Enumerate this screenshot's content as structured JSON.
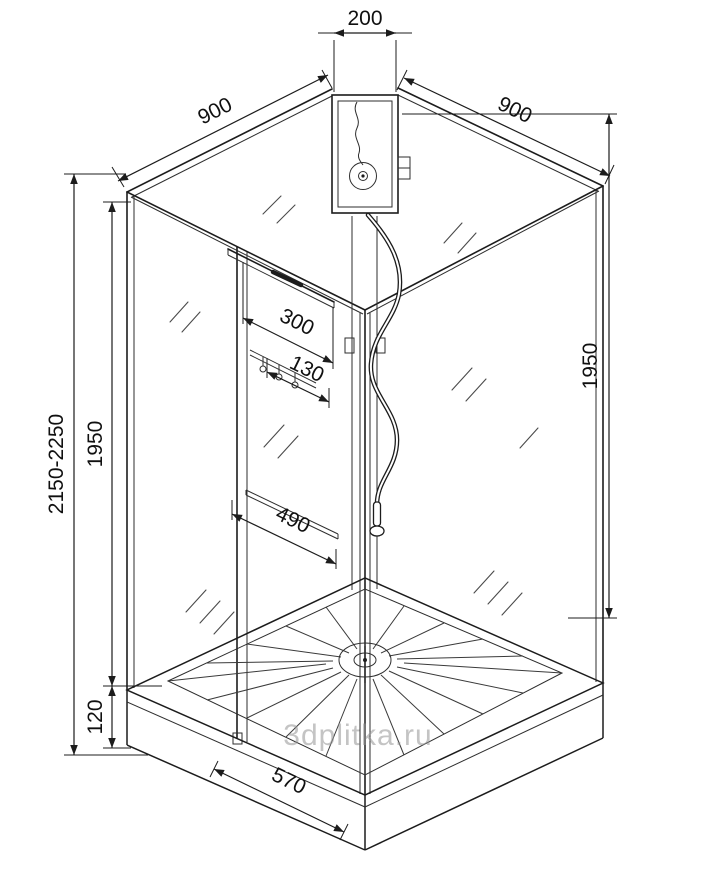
{
  "drawing": {
    "type": "shower-cabin-installation-diagram",
    "watermark": "3dplitka.ru",
    "dimensions": {
      "top_width": "200",
      "left_top_edge": "900",
      "right_top_edge": "900",
      "overall_height": "2150-2250",
      "left_height": "1950",
      "right_height": "1950",
      "door_width": "300",
      "hooks_width": "130",
      "towel_bar": "490",
      "tray_height": "120",
      "entry_width": "570"
    },
    "colors": {
      "line": "#1c1c1c",
      "watermark": "#949494",
      "background": "#ffffff"
    }
  }
}
